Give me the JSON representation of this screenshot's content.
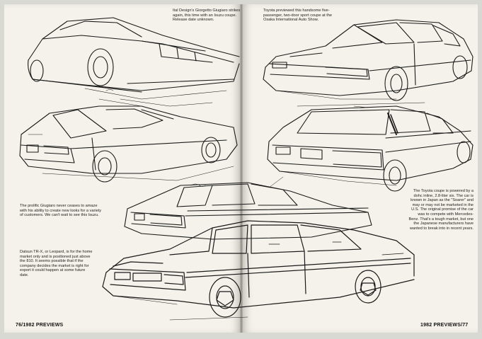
{
  "captions": {
    "isuzu_coupe": "Ital Design's Giorgetto Giugiaro strikes again, this time with an Isuzu coupe. Release date unknown.",
    "isuzu_hatch": "The prolific Giugiaro never ceases to amaze with his ability to create new looks for a variety of customers. We can't wait to see this Isuzu.",
    "datsun": "Datsun TR-X, or Leopard, is for the home market only and is positioned just above the 810. It seems possible that if the company decides the market is right for export it could happen at some future date.",
    "toyota_coupe": "Toyota previewed this handsome five-passenger, two-door sport coupe at the Osaka International Auto Show.",
    "toyota_soarer": "The Toyota coupe is powered by a dohc inline, 2.8-liter six. The car is known in Japan as the \"Soarer\" and may or may not be marketed in the U.S. The original promise of the car was to compete with Mercedes-Benz. That's a tough market, but one the Japanese manufacturers have wanted to break into in recent years."
  },
  "folios": {
    "left": "76/1982 PREVIEWS",
    "right": "1982 PREVIEWS/77"
  }
}
